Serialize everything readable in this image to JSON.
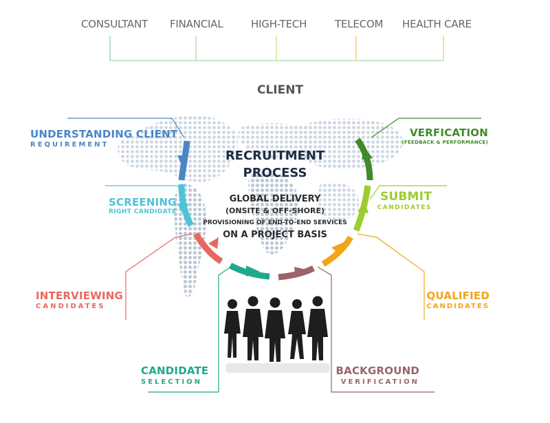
{
  "industries": [
    "CONSULTANT",
    "FINANCIAL",
    "HIGH-TECH",
    "TELECOM",
    "HEALTH CARE"
  ],
  "client_label": "CLIENT",
  "center": {
    "title_line1": "RECRUITMENT",
    "title_line2": "PROCESS",
    "line1": "GLOBAL DELIVERY",
    "line2": "(ONSITE & OFF-SHORE)",
    "line3": "PROVISIONING OF END-TO-END SERVICES",
    "line4": "ON A PROJECT BASIS"
  },
  "stages": [
    {
      "title": "UNDERSTANDING CLIENT",
      "subtitle": "REQUIREMENT",
      "color": "#4a86c6"
    },
    {
      "title": "SCREENING",
      "subtitle": "RIGHT CANDIDATE",
      "color": "#4ec3d6"
    },
    {
      "title": "INTERVIEWING",
      "subtitle": "CANDIDATES",
      "color": "#e8675f"
    },
    {
      "title": "CANDIDATE",
      "subtitle": "SELECTION",
      "color": "#1fa88e"
    },
    {
      "title": "BACKGROUND",
      "subtitle": "VERIFICATION",
      "color": "#9a6468"
    },
    {
      "title": "QUALIFIED",
      "subtitle": "CANDIDATES",
      "color": "#f2a51a"
    },
    {
      "title": "SUBMIT",
      "subtitle": "CANDIDATES",
      "color": "#9ccc2f"
    },
    {
      "title": "VERFICATION",
      "subtitle": "(FEEDBACK & PERFORMANCE)",
      "color": "#3f8a2a"
    }
  ],
  "colors": {
    "industry_line": "#a8d8b0",
    "title_text": "#1f2a44"
  }
}
